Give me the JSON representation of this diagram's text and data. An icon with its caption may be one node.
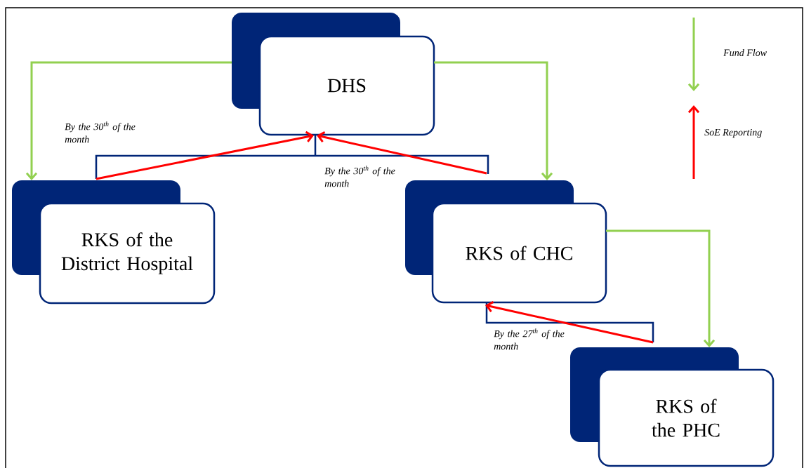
{
  "diagram": {
    "nodes": [
      {
        "text": [
          "DHS"
        ]
      },
      {
        "text": [
          "RKS of the District Hospital"
        ]
      },
      {
        "text": [
          "RKS of CHC"
        ]
      },
      {
        "text": [
          "RKS of the PHC"
        ]
      }
    ],
    "edges": [
      {
        "from": 0,
        "to": 1,
        "arrow": "to",
        "color": "#92d050"
      },
      {
        "from": 0,
        "to": 2,
        "arrow": "to",
        "color": "#92d050"
      },
      {
        "from": 2,
        "to": 3,
        "arrow": "to",
        "color": "#92d050"
      },
      {
        "from": 1,
        "to": 0,
        "arrow": "to",
        "color": "#ff0000",
        "label": "By the 30$^{th}$ of the month"
      },
      {
        "from": 2,
        "to": 0,
        "arrow": "to",
        "color": "#ff0000",
        "label": "By the 30$^{th}$ of the month"
      },
      {
        "from": 3,
        "to": 2,
        "arrow": "to",
        "color": "#ff0000",
        "label": "By the 27$^{th}$ of the month"
      }
    ],
    "legend": [
      {
        "text": "Fund Flow"
      },
      {
        "text": "SoE Reporting"
      }
    ]
  }
}
